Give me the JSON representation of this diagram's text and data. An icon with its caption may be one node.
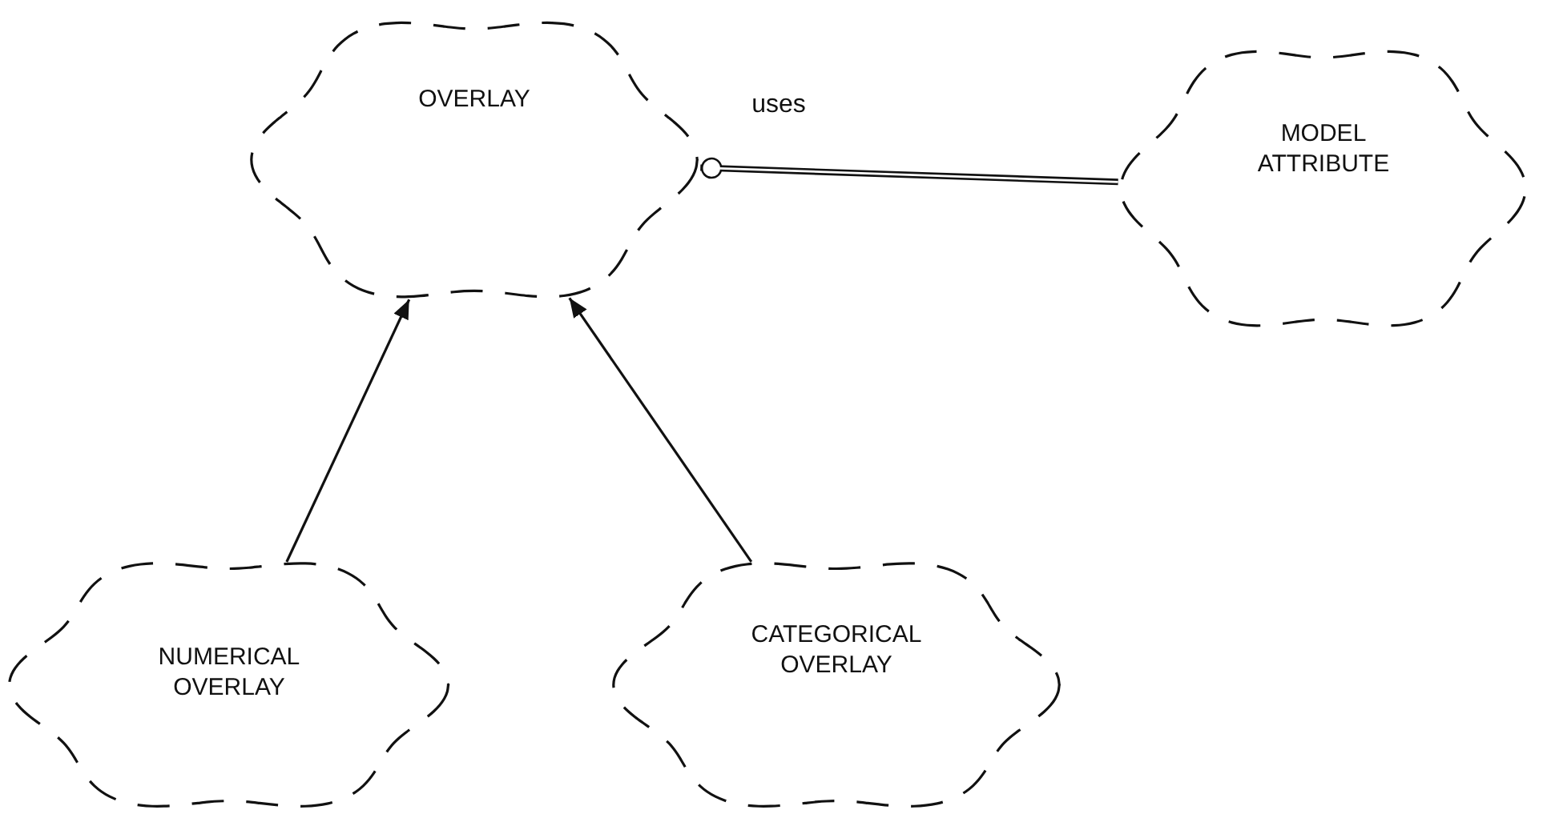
{
  "diagram": {
    "nodes": [
      {
        "text": [
          "OVERLAY"
        ]
      },
      {
        "text": [
          "MODEL ATTRIBUTE"
        ]
      },
      {
        "text": [
          "NUMERICAL OVERLAY"
        ]
      },
      {
        "text": [
          "CATEGORICAL OVERLAY"
        ]
      }
    ],
    "edges": [
      {
        "from": 0,
        "to": 1,
        "arrow": "other",
        "label": "uses",
        "style": "thick"
      },
      {
        "from": 2,
        "to": 0,
        "arrow": "to"
      },
      {
        "from": 3,
        "to": 0,
        "arrow": "to"
      }
    ]
  }
}
